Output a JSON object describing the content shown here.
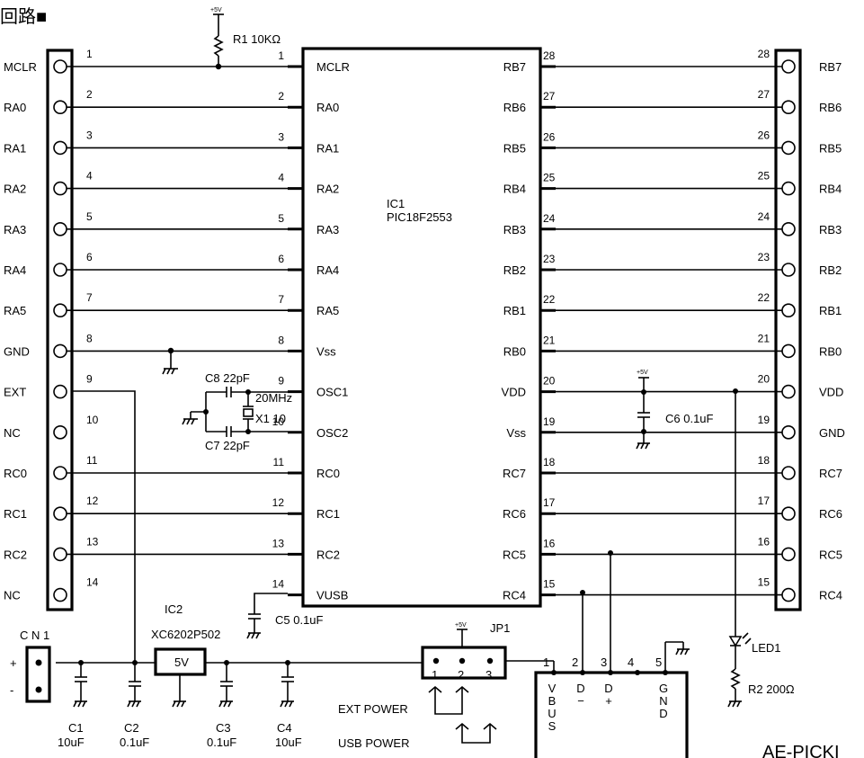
{
  "title": "回路■",
  "ic1": {
    "ref": "IC1",
    "part": "PIC18F2553",
    "left_pins": [
      {
        "num": "1",
        "name": "MCLR"
      },
      {
        "num": "2",
        "name": "RA0"
      },
      {
        "num": "3",
        "name": "RA1"
      },
      {
        "num": "4",
        "name": "RA2"
      },
      {
        "num": "5",
        "name": "RA3"
      },
      {
        "num": "6",
        "name": "RA4"
      },
      {
        "num": "7",
        "name": "RA5"
      },
      {
        "num": "8",
        "name": "Vss"
      },
      {
        "num": "9",
        "name": "OSC1"
      },
      {
        "num": "10",
        "name": "OSC2"
      },
      {
        "num": "11",
        "name": "RC0"
      },
      {
        "num": "12",
        "name": "RC1"
      },
      {
        "num": "13",
        "name": "RC2"
      },
      {
        "num": "14",
        "name": "VUSB"
      }
    ],
    "right_pins": [
      {
        "num": "28",
        "name": "RB7"
      },
      {
        "num": "27",
        "name": "RB6"
      },
      {
        "num": "26",
        "name": "RB5"
      },
      {
        "num": "25",
        "name": "RB4"
      },
      {
        "num": "24",
        "name": "RB3"
      },
      {
        "num": "23",
        "name": "RB2"
      },
      {
        "num": "22",
        "name": "RB1"
      },
      {
        "num": "21",
        "name": "RB0"
      },
      {
        "num": "20",
        "name": "VDD"
      },
      {
        "num": "19",
        "name": "Vss"
      },
      {
        "num": "18",
        "name": "RC7"
      },
      {
        "num": "17",
        "name": "RC6"
      },
      {
        "num": "16",
        "name": "RC5"
      },
      {
        "num": "15",
        "name": "RC4"
      }
    ]
  },
  "left_header": [
    {
      "num": "1",
      "name": "MCLR"
    },
    {
      "num": "2",
      "name": "RA0"
    },
    {
      "num": "3",
      "name": "RA1"
    },
    {
      "num": "4",
      "name": "RA2"
    },
    {
      "num": "5",
      "name": "RA3"
    },
    {
      "num": "6",
      "name": "RA4"
    },
    {
      "num": "7",
      "name": "RA5"
    },
    {
      "num": "8",
      "name": "GND"
    },
    {
      "num": "9",
      "name": "EXT"
    },
    {
      "num": "10",
      "name": "NC"
    },
    {
      "num": "11",
      "name": "RC0"
    },
    {
      "num": "12",
      "name": "RC1"
    },
    {
      "num": "13",
      "name": "RC2"
    },
    {
      "num": "14",
      "name": "NC"
    }
  ],
  "right_header": [
    {
      "num": "28",
      "name": "RB7"
    },
    {
      "num": "27",
      "name": "RB6"
    },
    {
      "num": "26",
      "name": "RB5"
    },
    {
      "num": "25",
      "name": "RB4"
    },
    {
      "num": "24",
      "name": "RB3"
    },
    {
      "num": "23",
      "name": "RB2"
    },
    {
      "num": "22",
      "name": "RB1"
    },
    {
      "num": "21",
      "name": "RB0"
    },
    {
      "num": "20",
      "name": "VDD"
    },
    {
      "num": "19",
      "name": "GND"
    },
    {
      "num": "18",
      "name": "RC7"
    },
    {
      "num": "17",
      "name": "RC6"
    },
    {
      "num": "16",
      "name": "RC5"
    },
    {
      "num": "15",
      "name": "RC4"
    }
  ],
  "components": {
    "r1": "R1 10KΩ",
    "r2": "R2 200Ω",
    "c8": "C8 22pF",
    "c7": "C7 22pF",
    "xtal_freq": "20MHz",
    "x1": "X1 10",
    "c6": "C6 0.1uF",
    "c5": "C5 0.1uF",
    "led": "LED1",
    "ic2_ref": "IC2",
    "ic2_part": "XC6202P502",
    "ic2_value": "5V",
    "cn1": "C N 1",
    "cn1_plus": "+",
    "cn1_minus": "-",
    "jp1": "JP1",
    "supply": "+5V",
    "c1_ref": "C1",
    "c1_val": "10uF",
    "c2_ref": "C2",
    "c2_val": "0.1uF",
    "c3_ref": "C3",
    "c3_val": "0.1uF",
    "c4_ref": "C4",
    "c4_val": "10uF"
  },
  "jumper": {
    "pins": [
      "1",
      "2",
      "3"
    ],
    "ext_power": "EXT POWER",
    "usb_power": "USB POWER"
  },
  "usb": {
    "pin_numbers": [
      "1",
      "2",
      "3",
      "4",
      "5"
    ],
    "vbus": [
      "V",
      "B",
      "U",
      "S"
    ],
    "dminus": [
      "D",
      "−"
    ],
    "dplus": [
      "D",
      "+"
    ],
    "gnd": [
      "G",
      "N",
      "D"
    ]
  },
  "partial_text": "AE-PICKI"
}
